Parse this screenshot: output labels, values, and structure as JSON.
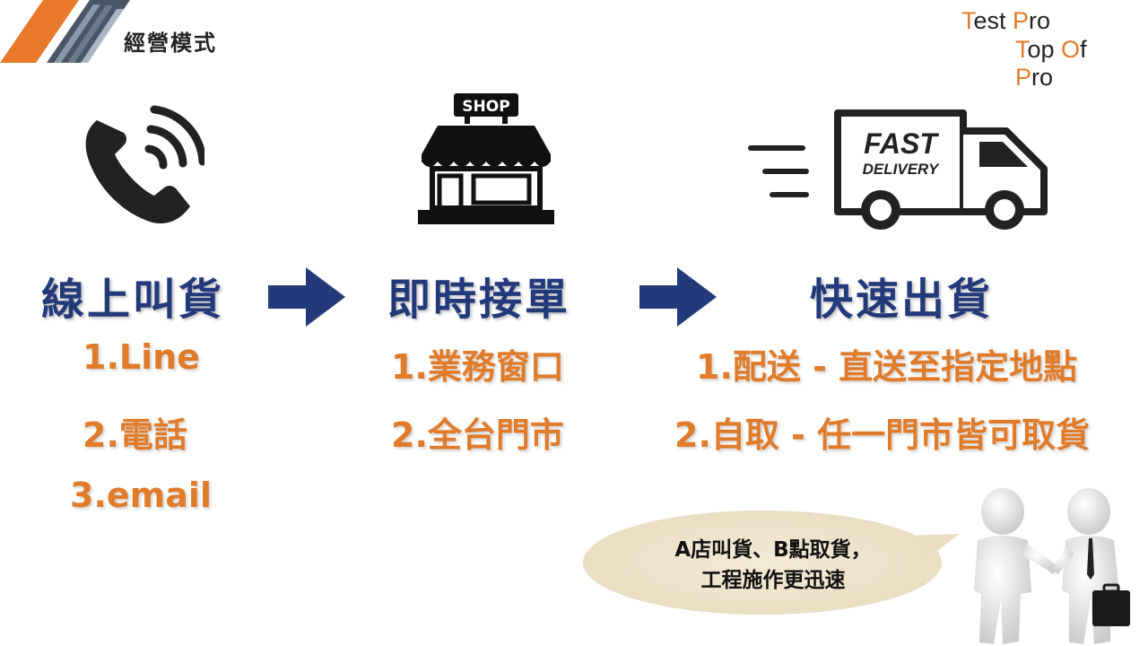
{
  "header": {
    "title": "經營模式"
  },
  "brand": {
    "line1": {
      "a": "T",
      "b": "est ",
      "c": "P",
      "d": "ro"
    },
    "line2": {
      "a": "T",
      "b": "op ",
      "c": "O",
      "d": "f  ",
      "e": "P",
      "f": "ro"
    }
  },
  "steps": [
    {
      "title": "線上叫貨",
      "icon": "phone-icon",
      "items": [
        "1.Line",
        "2.電話",
        "3.email"
      ]
    },
    {
      "title": "即時接單",
      "icon": "shop-icon",
      "shop_sign": "SHOP",
      "items": [
        "1.業務窗口",
        "2.全台門市"
      ]
    },
    {
      "title": "快速出貨",
      "icon": "delivery-truck-icon",
      "truck_text1": "FAST",
      "truck_text2": "DELIVERY",
      "items": [
        "1.配送 - 直送至指定地點",
        "2.自取 - 任一門市皆可取貨"
      ]
    }
  ],
  "bubble": {
    "line1": "A店叫貨、B點取貨，",
    "line2": "工程施作更迅速"
  },
  "colors": {
    "heading": "#233a7a",
    "accent": "#e07b2a",
    "arrow": "#233a7a"
  }
}
